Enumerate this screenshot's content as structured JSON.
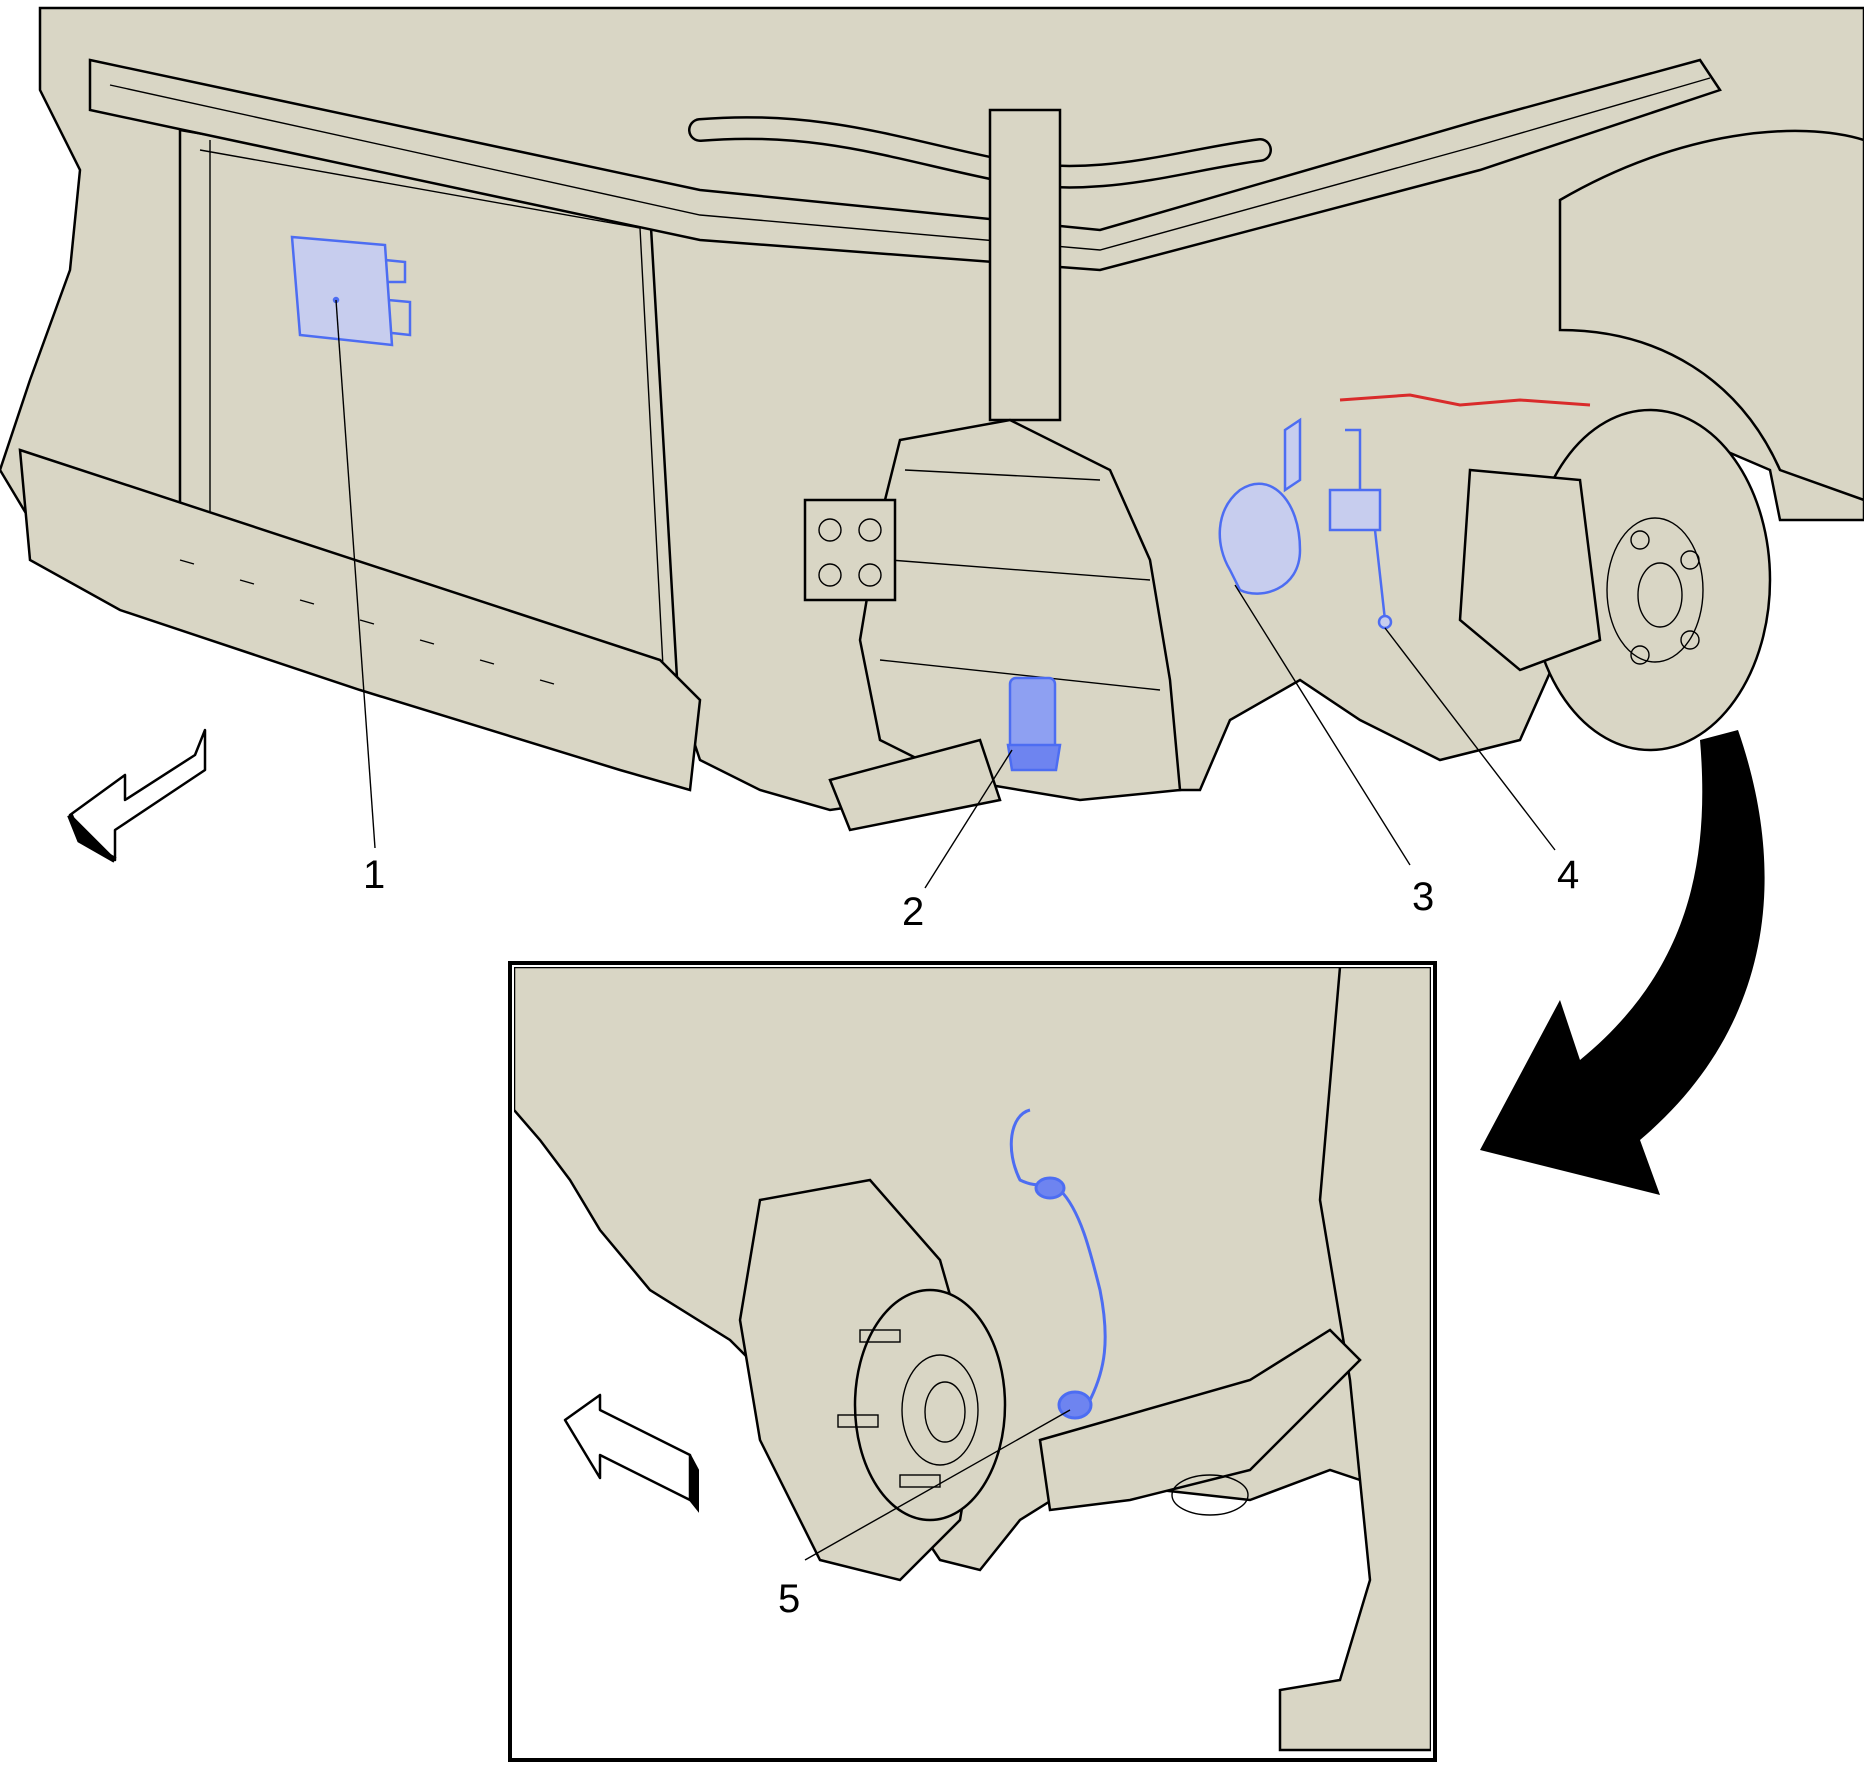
{
  "callouts": [
    {
      "id": "1",
      "label": "1"
    },
    {
      "id": "2",
      "label": "2"
    },
    {
      "id": "3",
      "label": "3"
    },
    {
      "id": "4",
      "label": "4"
    },
    {
      "id": "5",
      "label": "5"
    }
  ],
  "colors": {
    "part_fill": "#d9d6c5",
    "line": "#000000",
    "highlight_blue": "#4d6df2",
    "highlight_red": "#d92b2b",
    "background": "#ffffff"
  },
  "icons": {
    "forward_arrow_main": "forward-direction-arrow-icon",
    "forward_arrow_inset": "forward-direction-arrow-icon",
    "detail_view_arrow": "curved-arrow-icon"
  }
}
